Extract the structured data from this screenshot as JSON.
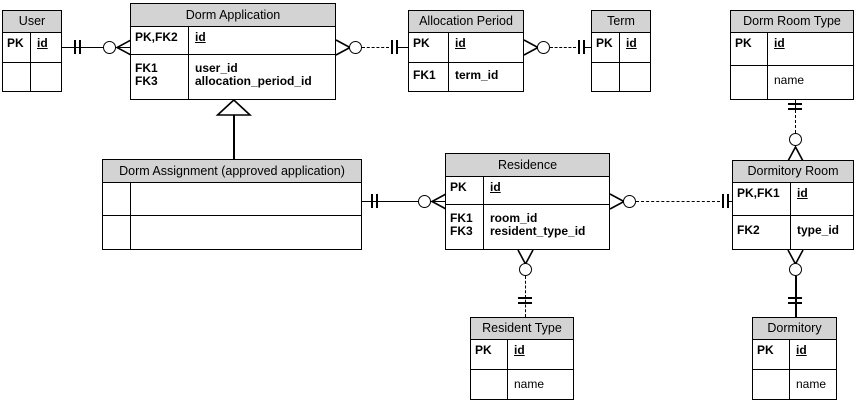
{
  "diagram": {
    "type": "entity-relationship-diagram",
    "notation": "crow's foot / IDEF1X",
    "colors": {
      "header_fill": "#d3d3d3",
      "body_fill": "#ffffff",
      "line": "#000000"
    },
    "entities": [
      {
        "id": "user",
        "title": "User",
        "sections": [
          {
            "keys": [
              "PK"
            ],
            "attrs": [
              "id"
            ],
            "underline": true
          },
          {
            "keys": [
              ""
            ],
            "attrs": [
              ""
            ],
            "underline": false
          }
        ]
      },
      {
        "id": "dorm_application",
        "title": "Dorm Application",
        "sections": [
          {
            "keys": [
              "PK,FK2"
            ],
            "attrs": [
              "id"
            ],
            "underline": true
          },
          {
            "keys": [
              "FK1",
              "FK3"
            ],
            "attrs": [
              "user_id",
              "allocation_period_id"
            ],
            "underline": false
          }
        ]
      },
      {
        "id": "allocation_period",
        "title": "Allocation Period",
        "sections": [
          {
            "keys": [
              "PK"
            ],
            "attrs": [
              "id"
            ],
            "underline": true
          },
          {
            "keys": [
              "FK1"
            ],
            "attrs": [
              "term_id"
            ],
            "underline": false
          }
        ]
      },
      {
        "id": "term",
        "title": "Term",
        "sections": [
          {
            "keys": [
              "PK"
            ],
            "attrs": [
              "id"
            ],
            "underline": true
          },
          {
            "keys": [
              ""
            ],
            "attrs": [
              ""
            ],
            "underline": false
          }
        ]
      },
      {
        "id": "dorm_room_type",
        "title": "Dorm Room Type",
        "sections": [
          {
            "keys": [
              "PK"
            ],
            "attrs": [
              "id"
            ],
            "underline": true
          },
          {
            "keys": [
              ""
            ],
            "attrs": [
              "name"
            ],
            "underline": false
          }
        ]
      },
      {
        "id": "dorm_assignment",
        "title": "Dorm Assignment (approved application)",
        "sections": [
          {
            "keys": [
              ""
            ],
            "attrs": [
              ""
            ],
            "underline": false
          },
          {
            "keys": [
              ""
            ],
            "attrs": [
              ""
            ],
            "underline": false
          }
        ]
      },
      {
        "id": "residence",
        "title": "Residence",
        "sections": [
          {
            "keys": [
              "PK"
            ],
            "attrs": [
              "id"
            ],
            "underline": true
          },
          {
            "keys": [
              "FK1",
              "FK3"
            ],
            "attrs": [
              "room_id",
              "resident_type_id"
            ],
            "underline": false
          }
        ]
      },
      {
        "id": "dormitory_room",
        "title": "Dormitory Room",
        "sections": [
          {
            "keys": [
              "PK,FK1"
            ],
            "attrs": [
              "id"
            ],
            "underline": true
          },
          {
            "keys": [
              "FK2"
            ],
            "attrs": [
              "type_id"
            ],
            "underline": false
          }
        ]
      },
      {
        "id": "resident_type",
        "title": "Resident Type",
        "sections": [
          {
            "keys": [
              "PK"
            ],
            "attrs": [
              "id"
            ],
            "underline": true
          },
          {
            "keys": [
              ""
            ],
            "attrs": [
              "name"
            ],
            "underline": false
          }
        ]
      },
      {
        "id": "dormitory",
        "title": "Dormitory",
        "sections": [
          {
            "keys": [
              "PK"
            ],
            "attrs": [
              "id"
            ],
            "underline": true
          },
          {
            "keys": [
              ""
            ],
            "attrs": [
              "name"
            ],
            "underline": false
          }
        ]
      }
    ],
    "relationships": [
      {
        "from": "user",
        "to": "dorm_application",
        "line": "solid",
        "from_card": "exactly-one",
        "to_card": "zero-or-many"
      },
      {
        "from": "dorm_application",
        "to": "allocation_period",
        "line": "dashed",
        "from_card": "zero-or-many",
        "to_card": "exactly-one"
      },
      {
        "from": "allocation_period",
        "to": "term",
        "line": "dashed",
        "from_card": "zero-or-many",
        "to_card": "exactly-one"
      },
      {
        "from": "dorm_application",
        "to": "dorm_assignment",
        "line": "solid",
        "type": "inheritance"
      },
      {
        "from": "dorm_assignment",
        "to": "residence",
        "line": "solid",
        "from_card": "exactly-one",
        "to_card": "zero-or-many"
      },
      {
        "from": "residence",
        "to": "dormitory_room",
        "line": "dashed",
        "from_card": "zero-or-many",
        "to_card": "exactly-one"
      },
      {
        "from": "dorm_room_type",
        "to": "dormitory_room",
        "line": "dashed",
        "from_card": "exactly-one",
        "to_card": "zero-or-many"
      },
      {
        "from": "residence",
        "to": "resident_type",
        "line": "dashed",
        "from_card": "zero-or-many",
        "to_card": "exactly-one"
      },
      {
        "from": "dormitory_room",
        "to": "dormitory",
        "line": "solid",
        "from_card": "zero-or-many",
        "to_card": "exactly-one"
      }
    ]
  }
}
